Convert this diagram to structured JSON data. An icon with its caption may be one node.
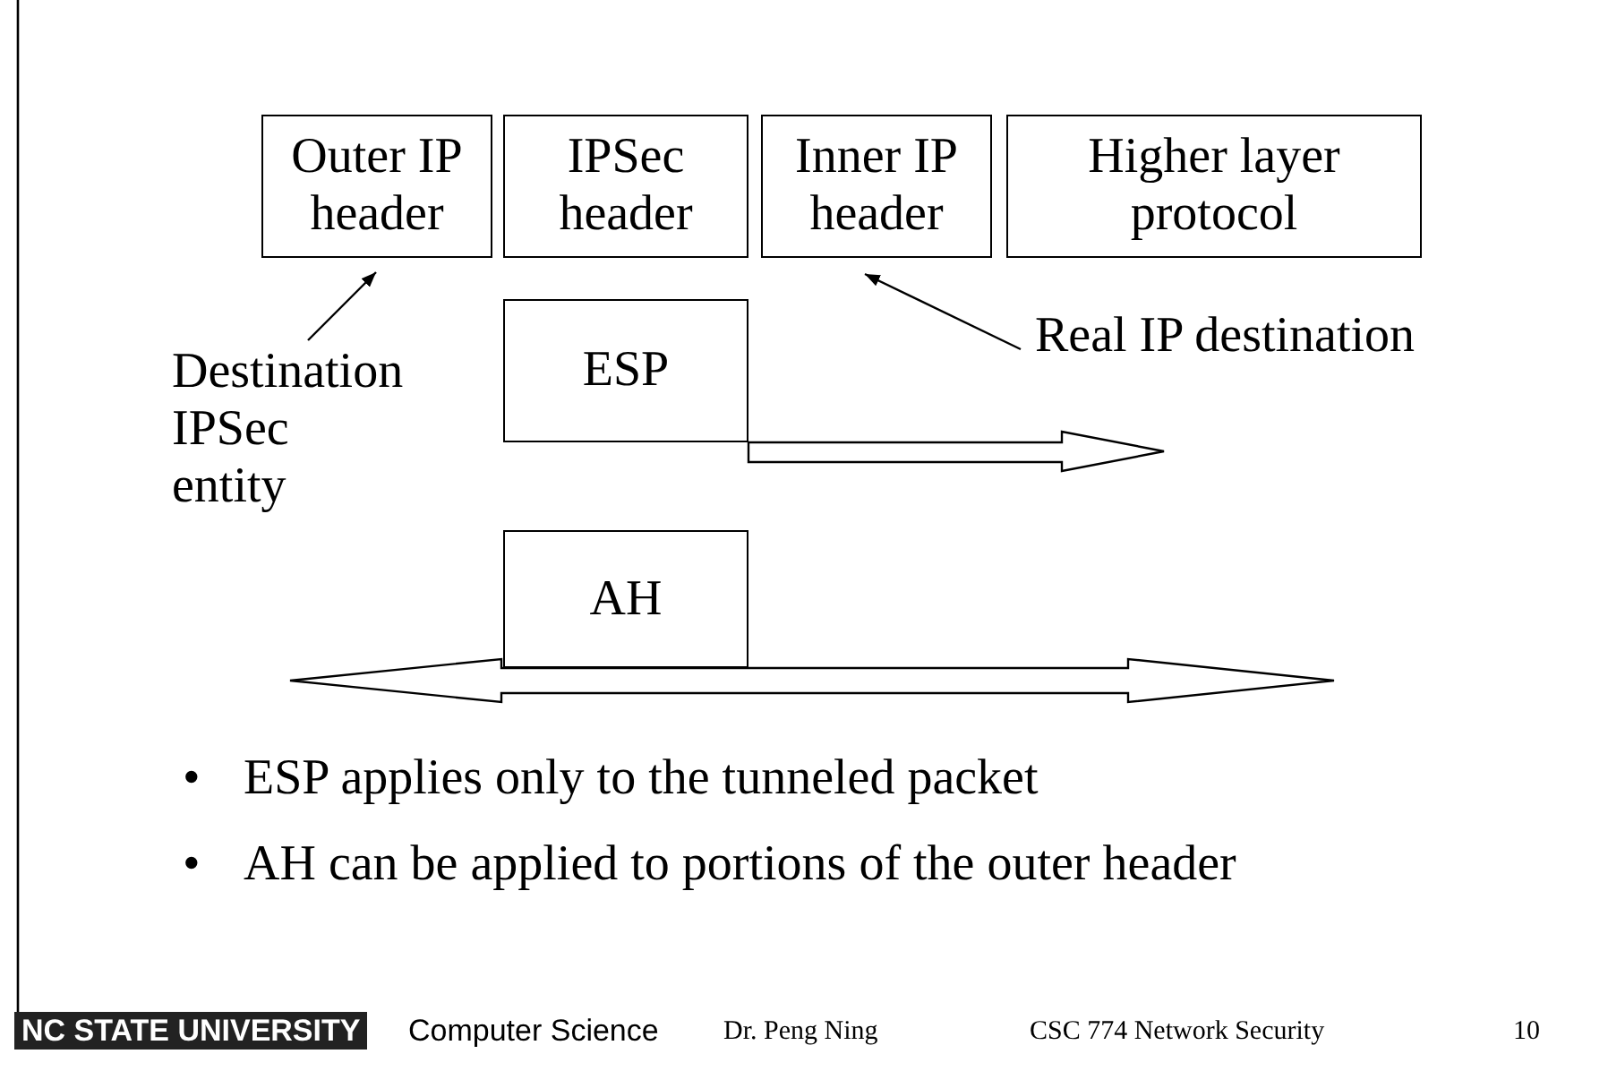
{
  "diagram": {
    "nodes": [
      {
        "text": [
          "Outer IP header"
        ]
      },
      {
        "text": [
          "IPSec header"
        ]
      },
      {
        "text": [
          "Inner IP header"
        ]
      },
      {
        "text": [
          "Higher layer protocol"
        ]
      },
      {
        "text": [
          "ESP"
        ]
      },
      {
        "text": [
          "AH"
        ]
      },
      {
        "text": [
          "Destination IPSec entity"
        ]
      },
      {
        "text": [
          "Real IP destination"
        ]
      },
      {
        "text": [],
        "shape": "arrow"
      }
    ],
    "edges": [
      {
        "from": 6,
        "to": 0,
        "arrow": "to"
      },
      {
        "from": 7,
        "to": 2,
        "arrow": "to"
      },
      {
        "from": 4,
        "to": null,
        "arrow": "to"
      }
    ],
    "labels": [
      "•",
      "ESP applies only to the tunneled packet",
      "•",
      "AH can be applied to portions of the outer header",
      "NC STATE UNIVERSITY",
      "Computer Science",
      "Dr. Peng Ning",
      "CSC 774 Network Security",
      "10"
    ]
  }
}
